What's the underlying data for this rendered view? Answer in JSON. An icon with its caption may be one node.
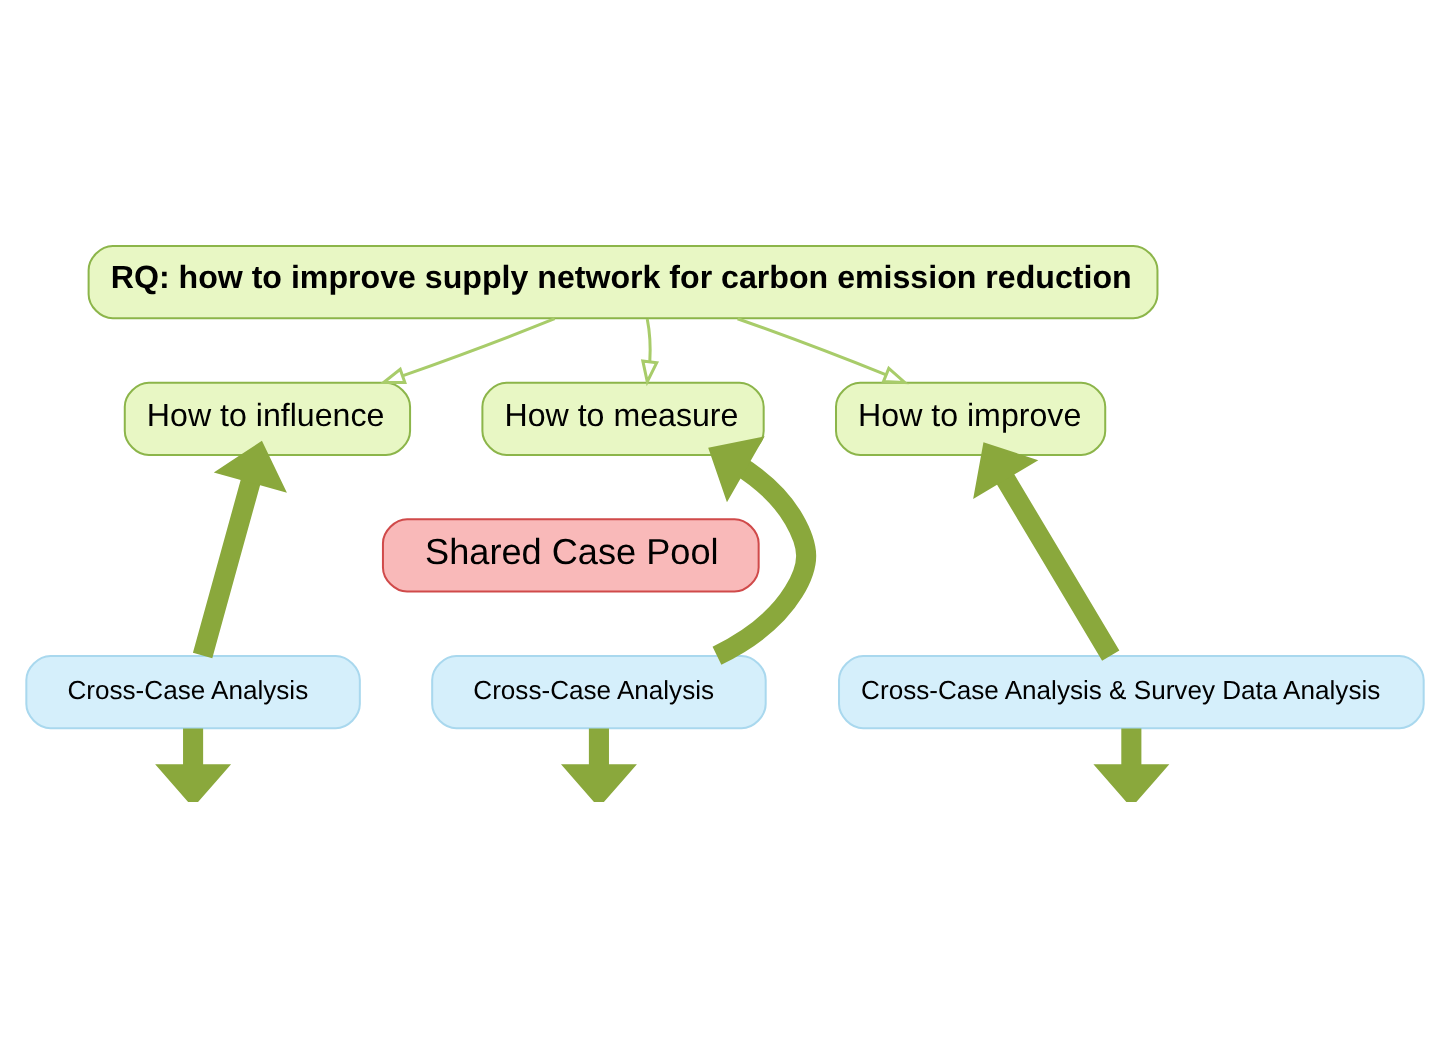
{
  "diagram": {
    "nodes": [
      {
        "text": [
          "RQ: how to improve supply network for carbon emission reduction"
        ]
      },
      {
        "text": [
          "How to influence"
        ]
      },
      {
        "text": [
          "How to measure"
        ]
      },
      {
        "text": [
          "How to improve"
        ]
      },
      {
        "text": [
          "Shared Case Pool"
        ]
      },
      {
        "text": [
          "Cross-Case Analysis"
        ]
      },
      {
        "text": [
          "Cross-Case Analysis"
        ]
      },
      {
        "text": [
          "Cross-Case Analysis & Survey Data Analysis"
        ]
      }
    ],
    "edges": [
      {
        "from": 0,
        "to": 1,
        "arrow": "to",
        "color": "#a8cc6a"
      },
      {
        "from": 0,
        "to": 2,
        "arrow": "to",
        "color": "#a8cc6a"
      },
      {
        "from": 0,
        "to": 3,
        "arrow": "to",
        "color": "#a8cc6a"
      },
      {
        "from": 5,
        "to": 1,
        "arrow": "to"
      },
      {
        "from": 5,
        "to": null,
        "arrow": "to"
      },
      {
        "from": 6,
        "to": 2,
        "arrow": "to"
      },
      {
        "from": 6,
        "to": null,
        "arrow": "to"
      },
      {
        "from": 7,
        "to": 3,
        "arrow": "to"
      },
      {
        "from": 7,
        "to": null,
        "arrow": "to"
      }
    ]
  }
}
